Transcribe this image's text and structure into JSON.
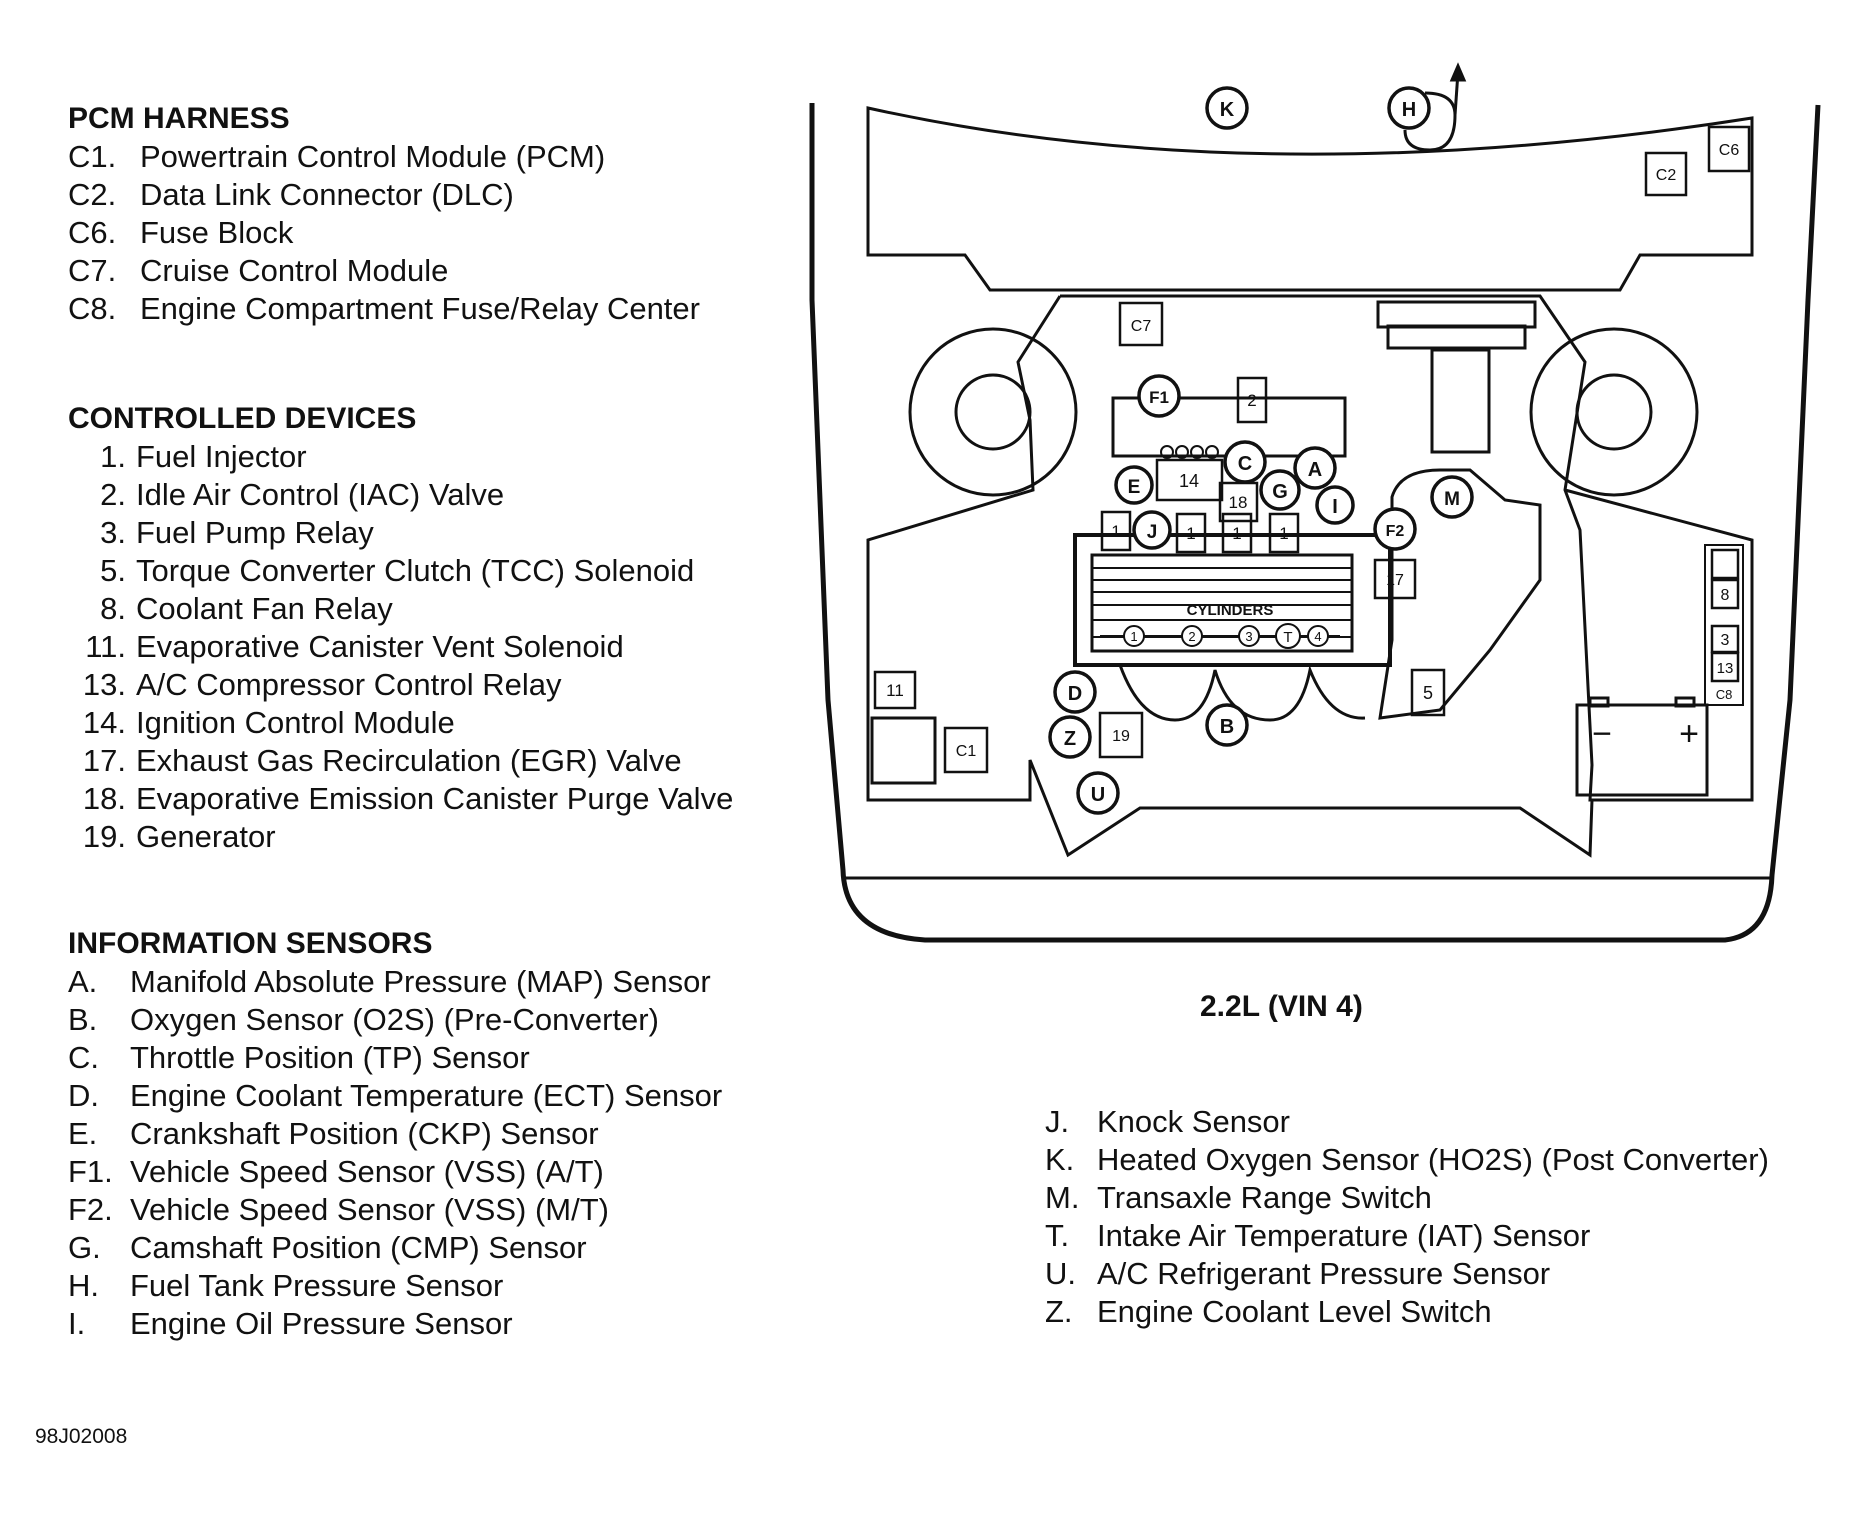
{
  "pcm_harness": {
    "heading": "PCM HARNESS",
    "items": [
      {
        "code": "C1.",
        "label": "Powertrain Control Module (PCM)"
      },
      {
        "code": "C2.",
        "label": "Data Link Connector (DLC)"
      },
      {
        "code": "C6.",
        "label": "Fuse Block"
      },
      {
        "code": "C7.",
        "label": "Cruise Control Module"
      },
      {
        "code": "C8.",
        "label": "Engine Compartment Fuse/Relay Center"
      }
    ]
  },
  "controlled_devices": {
    "heading": "CONTROLLED DEVICES",
    "items": [
      {
        "code": "1.",
        "label": "Fuel Injector"
      },
      {
        "code": "2.",
        "label": "Idle Air Control (IAC) Valve"
      },
      {
        "code": "3.",
        "label": "Fuel Pump Relay"
      },
      {
        "code": "5.",
        "label": "Torque Converter Clutch (TCC) Solenoid"
      },
      {
        "code": "8.",
        "label": "Coolant Fan Relay"
      },
      {
        "code": "11.",
        "label": "Evaporative Canister Vent Solenoid"
      },
      {
        "code": "13.",
        "label": "A/C Compressor Control Relay"
      },
      {
        "code": "14.",
        "label": "Ignition Control Module"
      },
      {
        "code": "17.",
        "label": "Exhaust Gas Recirculation (EGR) Valve"
      },
      {
        "code": "18.",
        "label": "Evaporative Emission Canister Purge Valve"
      },
      {
        "code": "19.",
        "label": "Generator"
      }
    ]
  },
  "information_sensors": {
    "heading": "INFORMATION SENSORS",
    "items": [
      {
        "code": "A.",
        "label": "Manifold Absolute Pressure (MAP) Sensor"
      },
      {
        "code": "B.",
        "label": "Oxygen Sensor (O2S) (Pre-Converter)"
      },
      {
        "code": "C.",
        "label": "Throttle Position (TP) Sensor"
      },
      {
        "code": "D.",
        "label": "Engine Coolant Temperature (ECT) Sensor"
      },
      {
        "code": "E.",
        "label": "Crankshaft Position (CKP) Sensor"
      },
      {
        "code": "F1.",
        "label": "Vehicle Speed Sensor (VSS) (A/T)"
      },
      {
        "code": "F2.",
        "label": "Vehicle Speed Sensor (VSS) (M/T)"
      },
      {
        "code": "G.",
        "label": "Camshaft Position (CMP) Sensor"
      },
      {
        "code": "H.",
        "label": "Fuel Tank Pressure Sensor"
      },
      {
        "code": "I.",
        "label": "Engine Oil Pressure Sensor"
      }
    ],
    "items_continued": [
      {
        "code": "J.",
        "label": "Knock Sensor"
      },
      {
        "code": "K.",
        "label": "Heated Oxygen Sensor (HO2S) (Post Converter)"
      },
      {
        "code": "M.",
        "label": "Transaxle Range Switch"
      },
      {
        "code": "T.",
        "label": "Intake Air Temperature (IAT) Sensor"
      },
      {
        "code": "U.",
        "label": "A/C Refrigerant Pressure Sensor"
      },
      {
        "code": "Z.",
        "label": "Engine Coolant Level Switch"
      }
    ]
  },
  "diagram": {
    "caption": "2.2L (VIN 4)",
    "cylinders_label": "CYLINDERS",
    "cylinder_numbers": [
      "1",
      "2",
      "3",
      "4"
    ],
    "boxed_labels": {
      "c7": "C7",
      "c2": "C2",
      "c6": "C6",
      "c1": "C1",
      "c8": "C8",
      "d2": "2",
      "d14": "14",
      "d18": "18",
      "d1a": "1",
      "d1b": "1",
      "d1c": "1",
      "d1d": "1",
      "d17": "17",
      "d5": "5",
      "d11": "11",
      "d19": "19",
      "d8": "8",
      "d3": "3",
      "d13": "13"
    },
    "circled_labels": {
      "k": "K",
      "h": "H",
      "f1": "F1",
      "c": "C",
      "a": "A",
      "e": "E",
      "g": "G",
      "i": "I",
      "j": "J",
      "m": "M",
      "f2": "F2",
      "d": "D",
      "z": "Z",
      "b": "B",
      "u": "U",
      "t": "T"
    },
    "battery": {
      "minus": "−",
      "plus": "+"
    }
  },
  "figure_id": "98J02008"
}
